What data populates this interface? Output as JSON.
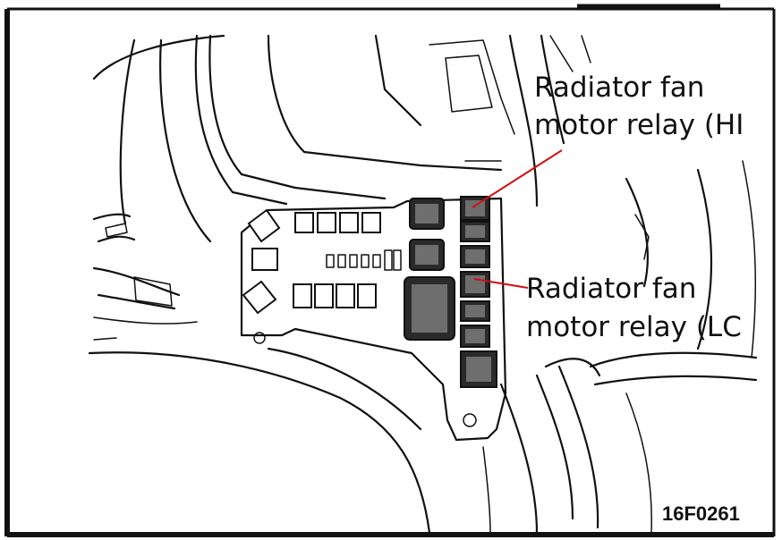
{
  "figure": {
    "callouts": [
      {
        "id": "hi",
        "lines": [
          "Radiator fan",
          "motor relay (HI"
        ]
      },
      {
        "id": "lo",
        "lines": [
          "Radiator fan",
          "motor relay (LC"
        ]
      }
    ],
    "figure_code": "16F0261",
    "leader_color": "#d01010",
    "line_color": "#111111",
    "relay_color": "#2a2a2a"
  }
}
